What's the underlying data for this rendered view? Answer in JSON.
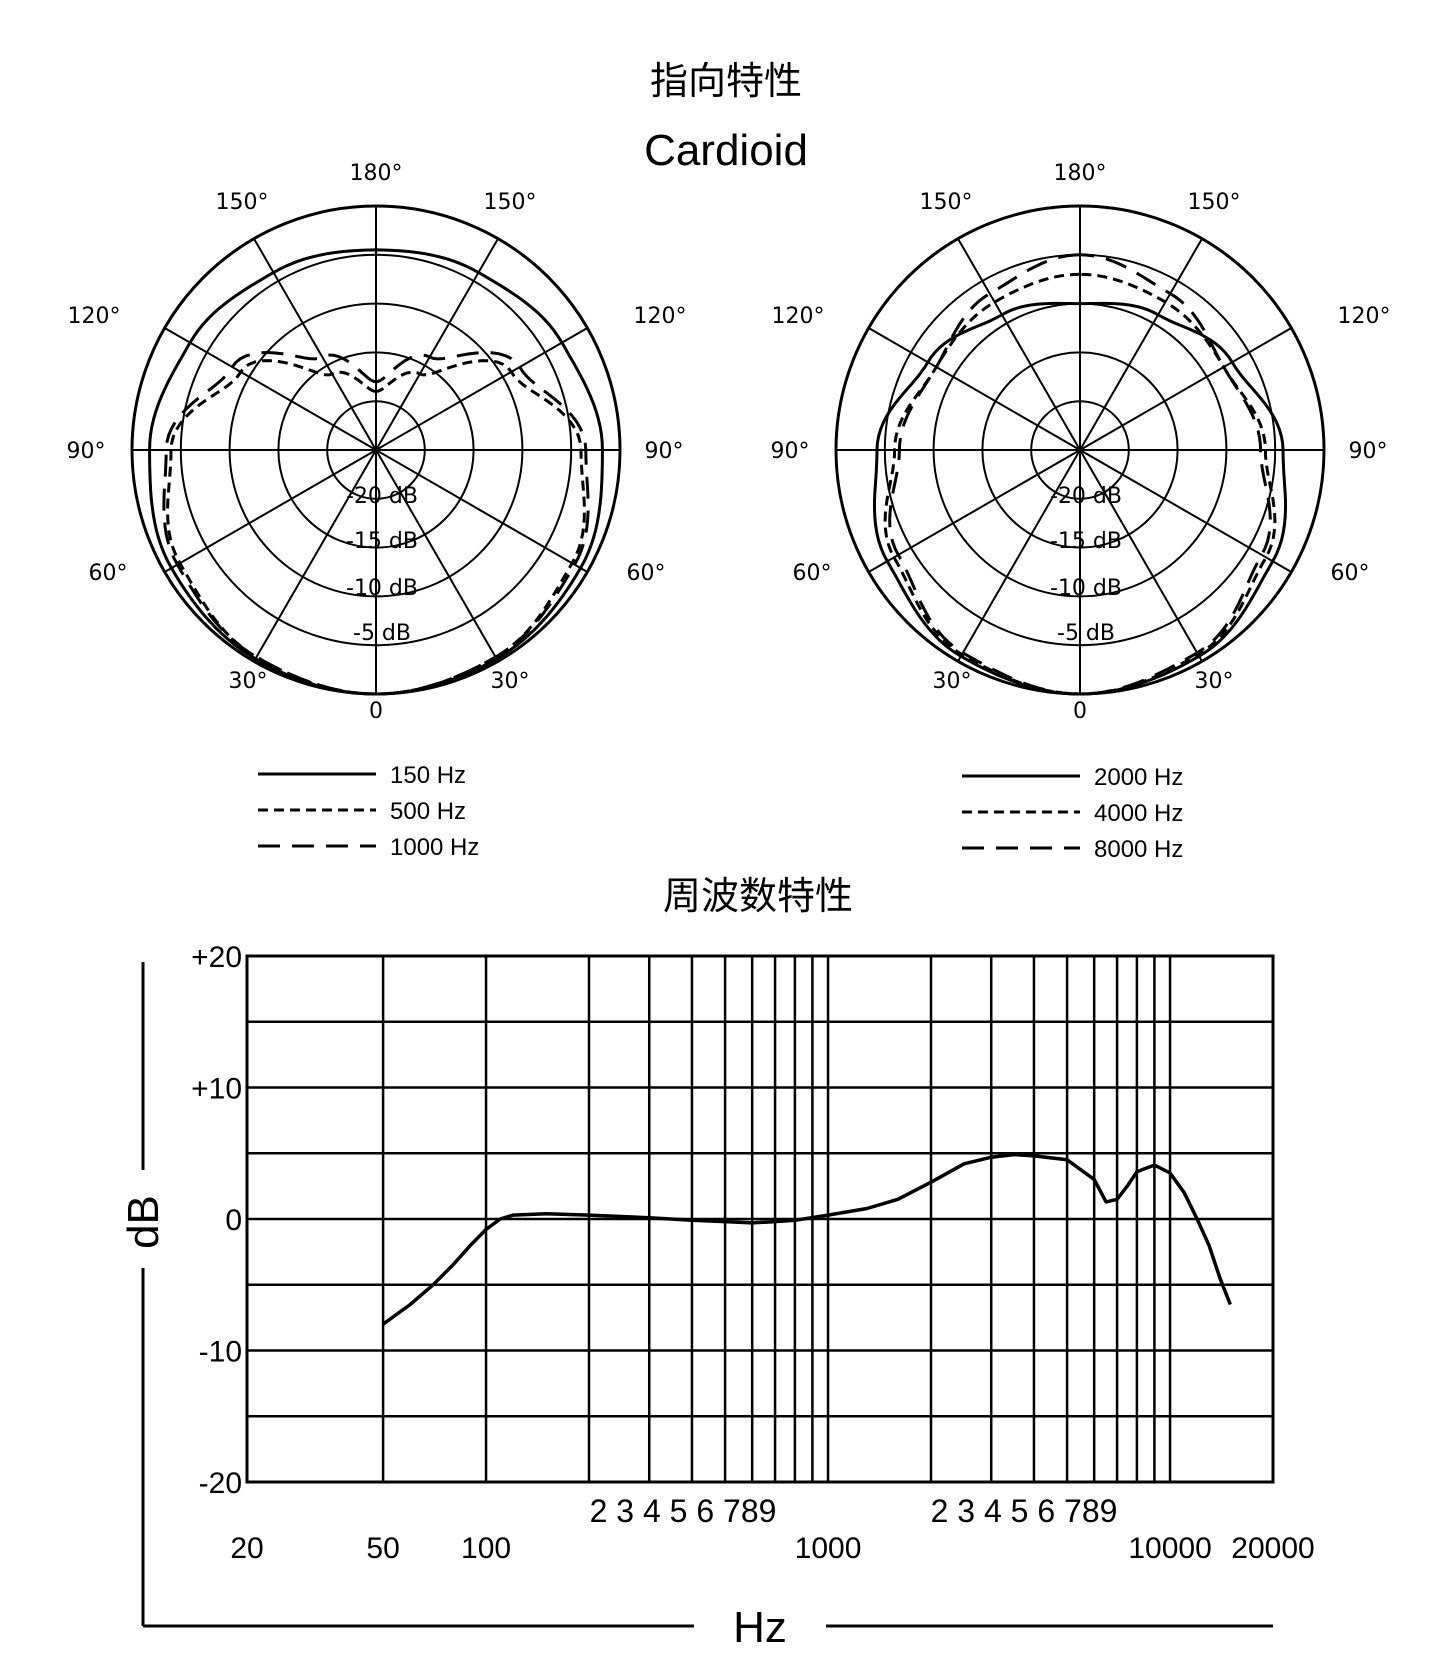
{
  "header": {
    "polar_title": "指向特性",
    "pattern_name": "Cardioid",
    "freq_title": "周波数特性"
  },
  "chart_data": [
    {
      "type": "polar",
      "angle_labels": [
        "180°",
        "150°",
        "150°",
        "120°",
        "120°",
        "90°",
        "90°",
        "60°",
        "60°",
        "30°",
        "30°",
        "0"
      ],
      "ring_labels": [
        "-20 dB",
        "-15 dB",
        "-10 dB",
        "-5 dB"
      ],
      "series": [
        {
          "name": "150 Hz",
          "style": "solid",
          "points": [
            [
              0,
              0
            ],
            [
              30,
              -0.3
            ],
            [
              60,
              -0.8
            ],
            [
              90,
              -1.8
            ],
            [
              120,
              -3
            ],
            [
              150,
              -4
            ],
            [
              180,
              -4.5
            ]
          ]
        },
        {
          "name": "500 Hz",
          "style": "dotted",
          "points": [
            [
              0,
              0
            ],
            [
              30,
              -0.5
            ],
            [
              60,
              -1.8
            ],
            [
              90,
              -4
            ],
            [
              120,
              -9
            ],
            [
              150,
              -16
            ],
            [
              180,
              -19
            ]
          ]
        },
        {
          "name": "1000 Hz",
          "style": "dashed",
          "points": [
            [
              0,
              0
            ],
            [
              30,
              -0.5
            ],
            [
              60,
              -1.5
            ],
            [
              90,
              -3.5
            ],
            [
              120,
              -8
            ],
            [
              150,
              -14
            ],
            [
              180,
              -18
            ]
          ]
        }
      ]
    },
    {
      "type": "polar",
      "angle_labels": [
        "180°",
        "150°",
        "150°",
        "120°",
        "120°",
        "90°",
        "90°",
        "60°",
        "60°",
        "30°",
        "30°",
        "0"
      ],
      "ring_labels": [
        "-20 dB",
        "-15 dB",
        "-10 dB",
        "-5 dB"
      ],
      "series": [
        {
          "name": "2000 Hz",
          "style": "solid",
          "points": [
            [
              0,
              0
            ],
            [
              30,
              -0.6
            ],
            [
              60,
              -2.2
            ],
            [
              90,
              -4.2
            ],
            [
              120,
              -7
            ],
            [
              150,
              -9
            ],
            [
              180,
              -10
            ]
          ]
        },
        {
          "name": "4000 Hz",
          "style": "dotted",
          "points": [
            [
              0,
              0
            ],
            [
              30,
              -0.8
            ],
            [
              60,
              -3
            ],
            [
              90,
              -6
            ],
            [
              120,
              -8
            ],
            [
              150,
              -7.5
            ],
            [
              180,
              -7
            ]
          ]
        },
        {
          "name": "8000 Hz",
          "style": "dashed",
          "points": [
            [
              0,
              0
            ],
            [
              30,
              -1
            ],
            [
              60,
              -3.5
            ],
            [
              90,
              -6.5
            ],
            [
              120,
              -8
            ],
            [
              150,
              -6.5
            ],
            [
              180,
              -5
            ]
          ]
        }
      ]
    },
    {
      "type": "line",
      "title": "周波数特性",
      "xlabel": "Hz",
      "ylabel": "dB",
      "xscale": "log",
      "xlim": [
        20,
        20000
      ],
      "ylim": [
        -20,
        20
      ],
      "y_ticks": [
        {
          "value": 20,
          "label": "+20"
        },
        {
          "value": 10,
          "label": "+10"
        },
        {
          "value": 0,
          "label": "0"
        },
        {
          "value": -10,
          "label": "-10"
        },
        {
          "value": -20,
          "label": "-20"
        }
      ],
      "x_major_labels": [
        {
          "value": 20,
          "label": "20"
        },
        {
          "value": 50,
          "label": "50"
        },
        {
          "value": 100,
          "label": "100"
        },
        {
          "value": 1000,
          "label": "1000"
        },
        {
          "value": 10000,
          "label": "10000"
        },
        {
          "value": 20000,
          "label": "20000"
        }
      ],
      "x_minor_labels": [
        "2 3 4 5 6 789",
        "2 3 4 5 6 789"
      ],
      "series": [
        {
          "x": [
            50,
            60,
            70,
            80,
            90,
            100,
            110,
            120,
            150,
            200,
            300,
            400,
            500,
            600,
            700,
            800,
            1000,
            1300,
            1600,
            2000,
            2500,
            3000,
            3500,
            4000,
            5000,
            6000,
            6500,
            7000,
            7500,
            8000,
            9000,
            10000,
            11000,
            12000,
            13000,
            14000,
            15000
          ],
          "y": [
            -8,
            -6.5,
            -5,
            -3.5,
            -2,
            -0.8,
            0,
            0.3,
            0.4,
            0.3,
            0.1,
            -0.1,
            -0.2,
            -0.3,
            -0.2,
            -0.1,
            0.3,
            0.8,
            1.5,
            2.8,
            4.2,
            4.7,
            4.9,
            4.8,
            4.5,
            3,
            1.3,
            1.5,
            2.5,
            3.6,
            4.1,
            3.5,
            2,
            0,
            -2,
            -4.5,
            -6.5
          ]
        }
      ]
    }
  ],
  "legends": [
    {
      "items": [
        {
          "label": "150 Hz",
          "style": "solid"
        },
        {
          "label": "500 Hz",
          "style": "dotted"
        },
        {
          "label": "1000 Hz",
          "style": "dashed"
        }
      ]
    },
    {
      "items": [
        {
          "label": "2000 Hz",
          "style": "solid"
        },
        {
          "label": "4000 Hz",
          "style": "dotted"
        },
        {
          "label": "8000 Hz",
          "style": "dashed"
        }
      ]
    }
  ]
}
